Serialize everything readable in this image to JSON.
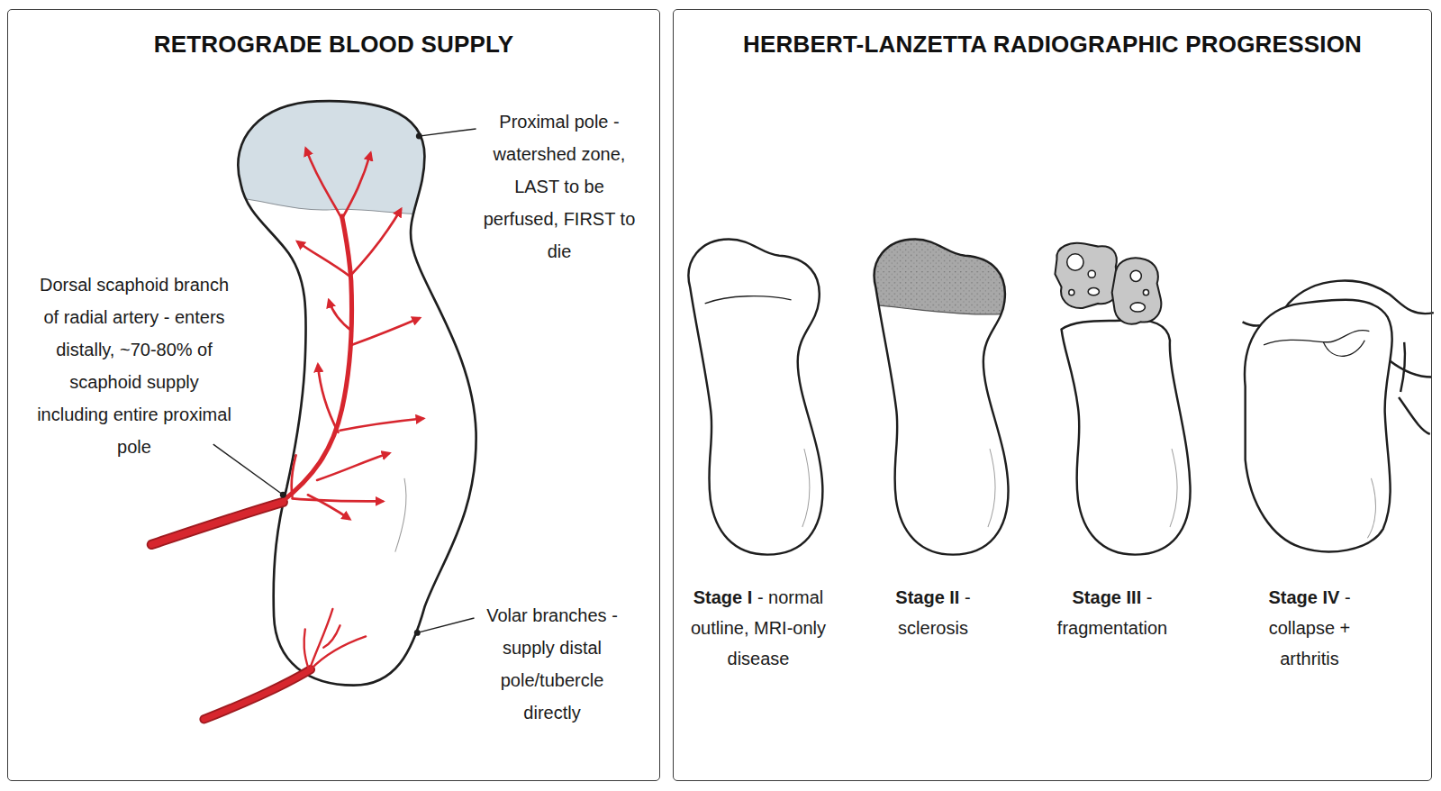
{
  "diagram": {
    "nodes": [
      {
        "text": [
          "RETROGRADE BLOOD SUPPLY"
        ]
      },
      {
        "text": [
          "HERBERT-LANZETTA RADIOGRAPHIC PROGRESSION"
        ]
      }
    ],
    "labels": [
      "Proximal pole - watershed zone, LAST to be perfused, FIRST to die",
      "Dorsal scaphoid branch of radial artery - enters distally, ~70-80% of scaphoid supply including entire proximal pole",
      "Volar branches - supply distal pole/tubercle directly",
      "Stage I",
      "- normal outline, MRI-only disease",
      "Stage II",
      "- sclerosis",
      "Stage III",
      "- fragmentation",
      "Stage IV",
      "- collapse + arthritis"
    ]
  }
}
